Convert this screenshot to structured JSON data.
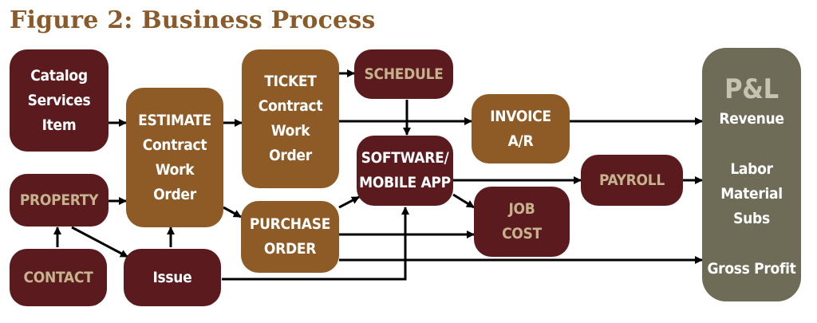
{
  "figure": {
    "title": "Figure 2: Business Process"
  },
  "colors": {
    "maroon": "#5a1a1e",
    "brown": "#8e5a26",
    "olive": "#6e6c56",
    "title": "#8a5a2b",
    "tan_label": "#c6b38d"
  },
  "nodes": {
    "catalog": {
      "lines": [
        "Catalog",
        "Services",
        "Item"
      ]
    },
    "property": {
      "lines": [
        "PROPERTY"
      ]
    },
    "contact": {
      "lines": [
        "CONTACT"
      ]
    },
    "estimate": {
      "lines": [
        "ESTIMATE",
        "Contract",
        "Work",
        "Order"
      ]
    },
    "issue": {
      "lines": [
        "Issue"
      ]
    },
    "ticket": {
      "lines": [
        "TICKET",
        "Contract",
        "Work",
        "Order"
      ]
    },
    "schedule": {
      "lines": [
        "SCHEDULE"
      ]
    },
    "purchase_order": {
      "lines": [
        "PURCHASE",
        "ORDER"
      ]
    },
    "software": {
      "lines": [
        "SOFTWARE/",
        "MOBILE APP"
      ]
    },
    "invoice": {
      "lines": [
        "INVOICE",
        "A/R"
      ]
    },
    "job_cost": {
      "lines": [
        "JOB",
        "COST"
      ]
    },
    "payroll": {
      "lines": [
        "PAYROLL"
      ]
    },
    "pnl": {
      "title": "P&L",
      "revenue": "Revenue",
      "labor": "Labor",
      "material": "Material",
      "subs": "Subs",
      "gross_profit": "Gross Profit"
    }
  }
}
